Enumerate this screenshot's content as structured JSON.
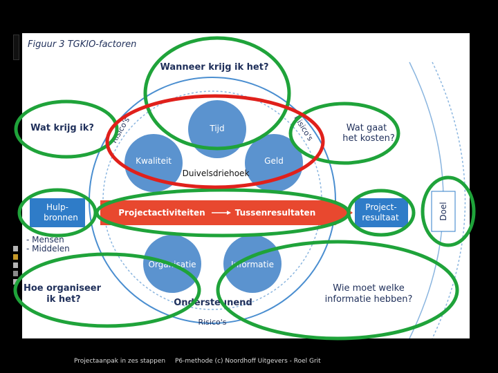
{
  "figure": {
    "title": "Figuur 3  TGKIO-factoren",
    "center_label": "Duivelsdriehoek",
    "risico_label": "Risico's",
    "questions": {
      "when": "Wanneer krijg ik het?",
      "what": "Wat krijg ik?",
      "cost_line1": "Wat gaat",
      "cost_line2": "het kosten?",
      "org_line1": "Hoe organiseer",
      "org_line2": "ik het?",
      "info_line1": "Wie moet welke",
      "info_line2": "informatie hebben?"
    },
    "circles": {
      "tijd": "Tijd",
      "kwaliteit": "Kwaliteit",
      "geld": "Geld",
      "organisatie": "Organisatie",
      "informatie": "Informatie"
    },
    "arrow": {
      "left": "Projectactiviteiten",
      "right": "Tussenresultaten"
    },
    "boxes": {
      "hulp_line1": "Hulp-",
      "hulp_line2": "bronnen",
      "project_line1": "Project-",
      "project_line2": "resultaat",
      "doel": "Doel"
    },
    "resources": {
      "mensen": "- Mensen",
      "middelen": "- Middelen"
    },
    "support": "Ondersteunend"
  },
  "footer": {
    "left": "Projectaanpak in zes stappen",
    "right": "P6-methode (c) Noordhoff Uitgevers - Roel Grit"
  },
  "colors": {
    "blue_circle": "#5b93cf",
    "blue_box": "#2f7cc8",
    "arrow_red": "#e8482f",
    "highlight_green": "#1fa33a",
    "highlight_red": "#e0201b",
    "text_dark": "#1f2f5a"
  }
}
